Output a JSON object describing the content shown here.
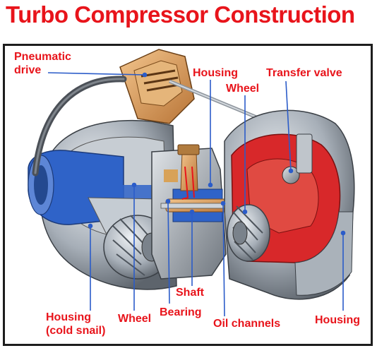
{
  "title": "Turbo Compressor Construction",
  "labels": {
    "pneumatic_drive": [
      "Pneumatic",
      "drive"
    ],
    "housing_top": "Housing",
    "wheel_top": "Wheel",
    "transfer_valve": "Transfer valve",
    "shaft": "Shaft",
    "bearing": "Bearing",
    "wheel_bottom": "Wheel",
    "housing_cold": [
      "Housing",
      "(cold snail)"
    ],
    "oil_channels": "Oil channels",
    "housing_right": "Housing"
  },
  "colors": {
    "label_text": "#e8141b",
    "leader_lines": "#2b5cc9",
    "hot_side": "#d8282a",
    "cold_side": "#2f63c8",
    "metal": "#9aa3ad",
    "bronze": "#d9a060"
  }
}
